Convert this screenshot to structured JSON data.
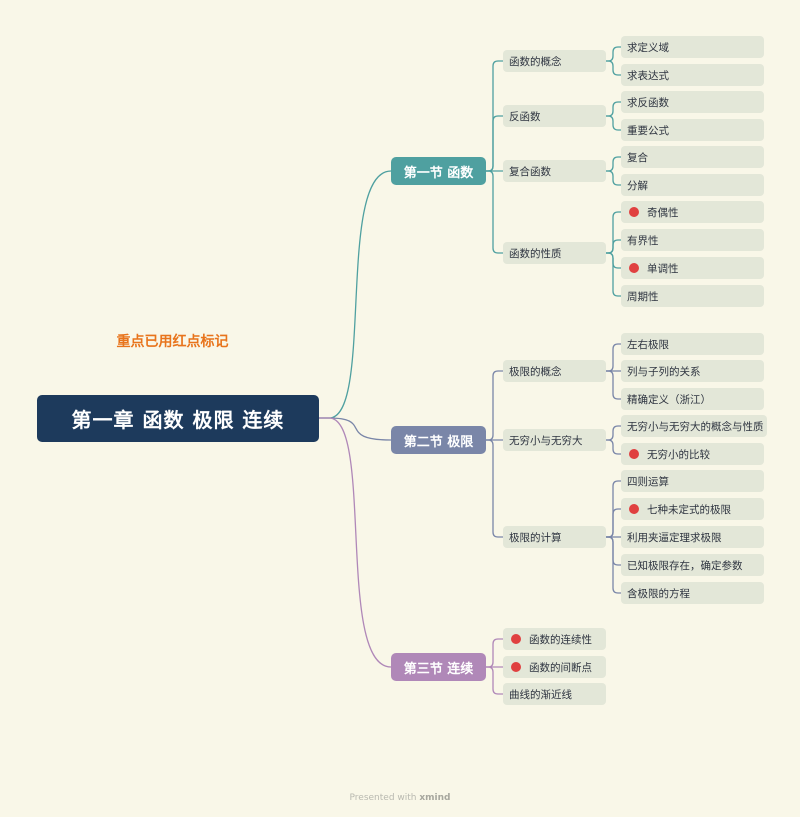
{
  "root": {
    "label": "第一章  函数 极限 连续"
  },
  "note": {
    "label": "重点已用红点标记",
    "color": "#e8741c"
  },
  "colors": {
    "key_dot": "#e04040",
    "section1": "#4fa0a0",
    "section2": "#7a86a8",
    "section3": "#b088b8"
  },
  "sections": [
    {
      "label": "第一节  函数",
      "topics": [
        {
          "label": "函数的概念",
          "subs": [
            {
              "label": "求定义域",
              "key": false
            },
            {
              "label": "求表达式",
              "key": false
            }
          ]
        },
        {
          "label": "反函数",
          "subs": [
            {
              "label": "求反函数",
              "key": false
            },
            {
              "label": "重要公式",
              "key": false
            }
          ]
        },
        {
          "label": "复合函数",
          "subs": [
            {
              "label": "复合",
              "key": false
            },
            {
              "label": "分解",
              "key": false
            }
          ]
        },
        {
          "label": "函数的性质",
          "subs": [
            {
              "label": "奇偶性",
              "key": true
            },
            {
              "label": "有界性",
              "key": false
            },
            {
              "label": "单调性",
              "key": true
            },
            {
              "label": "周期性",
              "key": false
            }
          ]
        }
      ]
    },
    {
      "label": "第二节  极限",
      "topics": [
        {
          "label": "极限的概念",
          "subs": [
            {
              "label": "左右极限",
              "key": false
            },
            {
              "label": "列与子列的关系",
              "key": false
            },
            {
              "label": "精确定义（浙江）",
              "key": false
            }
          ]
        },
        {
          "label": "无穷小与无穷大",
          "subs": [
            {
              "label": "无穷小与无穷大的概念与性质",
              "key": false
            },
            {
              "label": "无穷小的比较",
              "key": true
            }
          ]
        },
        {
          "label": "极限的计算",
          "subs": [
            {
              "label": "四则运算",
              "key": false
            },
            {
              "label": "七种未定式的极限",
              "key": true
            },
            {
              "label": "利用夹逼定理求极限",
              "key": false
            },
            {
              "label": "已知极限存在，确定参数",
              "key": false
            },
            {
              "label": "含极限的方程",
              "key": false
            }
          ]
        }
      ]
    },
    {
      "label": "第三节  连续",
      "topics": [
        {
          "label": "函数的连续性",
          "key": true,
          "subs": []
        },
        {
          "label": "函数的间断点",
          "key": true,
          "subs": []
        },
        {
          "label": "曲线的渐近线",
          "key": false,
          "subs": []
        }
      ]
    }
  ],
  "footer": {
    "prefix": "Presented with ",
    "brand": "xmind"
  }
}
